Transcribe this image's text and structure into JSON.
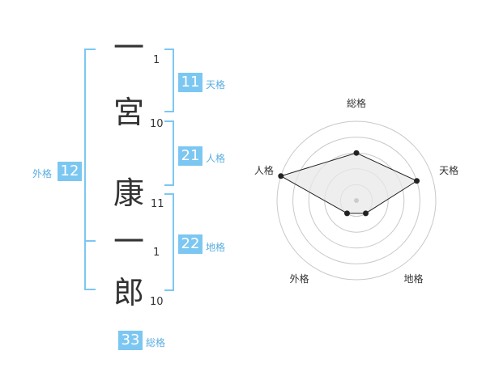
{
  "name": {
    "chars": [
      {
        "char": "一",
        "strokes": "1"
      },
      {
        "char": "宮",
        "strokes": "10"
      },
      {
        "char": "康",
        "strokes": "11"
      },
      {
        "char": "一",
        "strokes": "1"
      },
      {
        "char": "郎",
        "strokes": "10"
      }
    ]
  },
  "kaku": {
    "tenkaku": {
      "value": "11",
      "label": "天格"
    },
    "jinkaku": {
      "value": "21",
      "label": "人格"
    },
    "chikaku": {
      "value": "22",
      "label": "地格"
    },
    "gaikaku": {
      "value": "12",
      "label": "外格"
    },
    "soukaku": {
      "value": "33",
      "label": "総格"
    }
  },
  "chart_data": {
    "type": "radar",
    "axes": [
      "総格",
      "天格",
      "地格",
      "外格",
      "人格"
    ],
    "values": [
      3,
      4,
      1,
      1,
      5
    ],
    "max": 5,
    "rings": 5,
    "colors": {
      "fill": "#e8e8e8",
      "stroke": "#222222",
      "ring": "#c8c8c8",
      "badge": "#7cc7f2"
    }
  }
}
